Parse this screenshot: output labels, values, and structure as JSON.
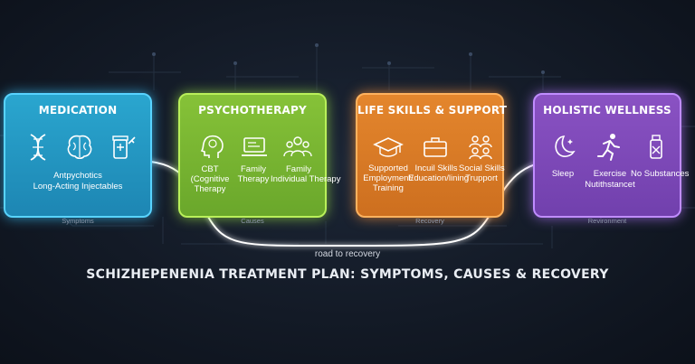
{
  "cards": [
    {
      "title": "MEDICATION",
      "labels": [
        "Antpychotics",
        "Long-Acting Injectables"
      ],
      "caption": "",
      "sub": "Symptoms",
      "icons": [
        "dna-icon",
        "brain-icon",
        "pill-bottle-icon"
      ]
    },
    {
      "title": "PSYCHOTHERAPY",
      "labels": [
        "CBT",
        "(Cognitive",
        "Therapy",
        "Family",
        "Therapy",
        "Family",
        "Individual Therapy"
      ],
      "caption": "",
      "sub": "Causes",
      "icons": [
        "head-brain-icon",
        "laptop-icon",
        "group-icon"
      ]
    },
    {
      "title": "LIFE SKILLS & SUPPORT",
      "labels": [
        "Supported",
        "Employment/",
        "Training",
        "Incuil Skills",
        "Education/lining",
        "Social Skills",
        "Trupport"
      ],
      "caption": "",
      "sub": "Recovery",
      "icons": [
        "graduation-cap-icon",
        "briefcase-icon",
        "people-icon"
      ]
    },
    {
      "title": "HOLISTIC WELLNESS",
      "labels": [
        "Sleep",
        "Exercise",
        "Nutithstancet",
        "No Substances"
      ],
      "caption": "",
      "sub": "Revironment",
      "icons": [
        "moon-icon",
        "runner-icon",
        "no-bottle-icon"
      ]
    }
  ],
  "road_label": "road to recovery",
  "main_title": "SCHIZHEPENENIA TREATMENT PLAN: SYMPTOMS, CAUSES & RECOVERY",
  "colors": {
    "medication": "#2aa6cf",
    "psychotherapy": "#86c238",
    "lifeskills": "#e4862d",
    "holistic": "#8a52c3"
  }
}
